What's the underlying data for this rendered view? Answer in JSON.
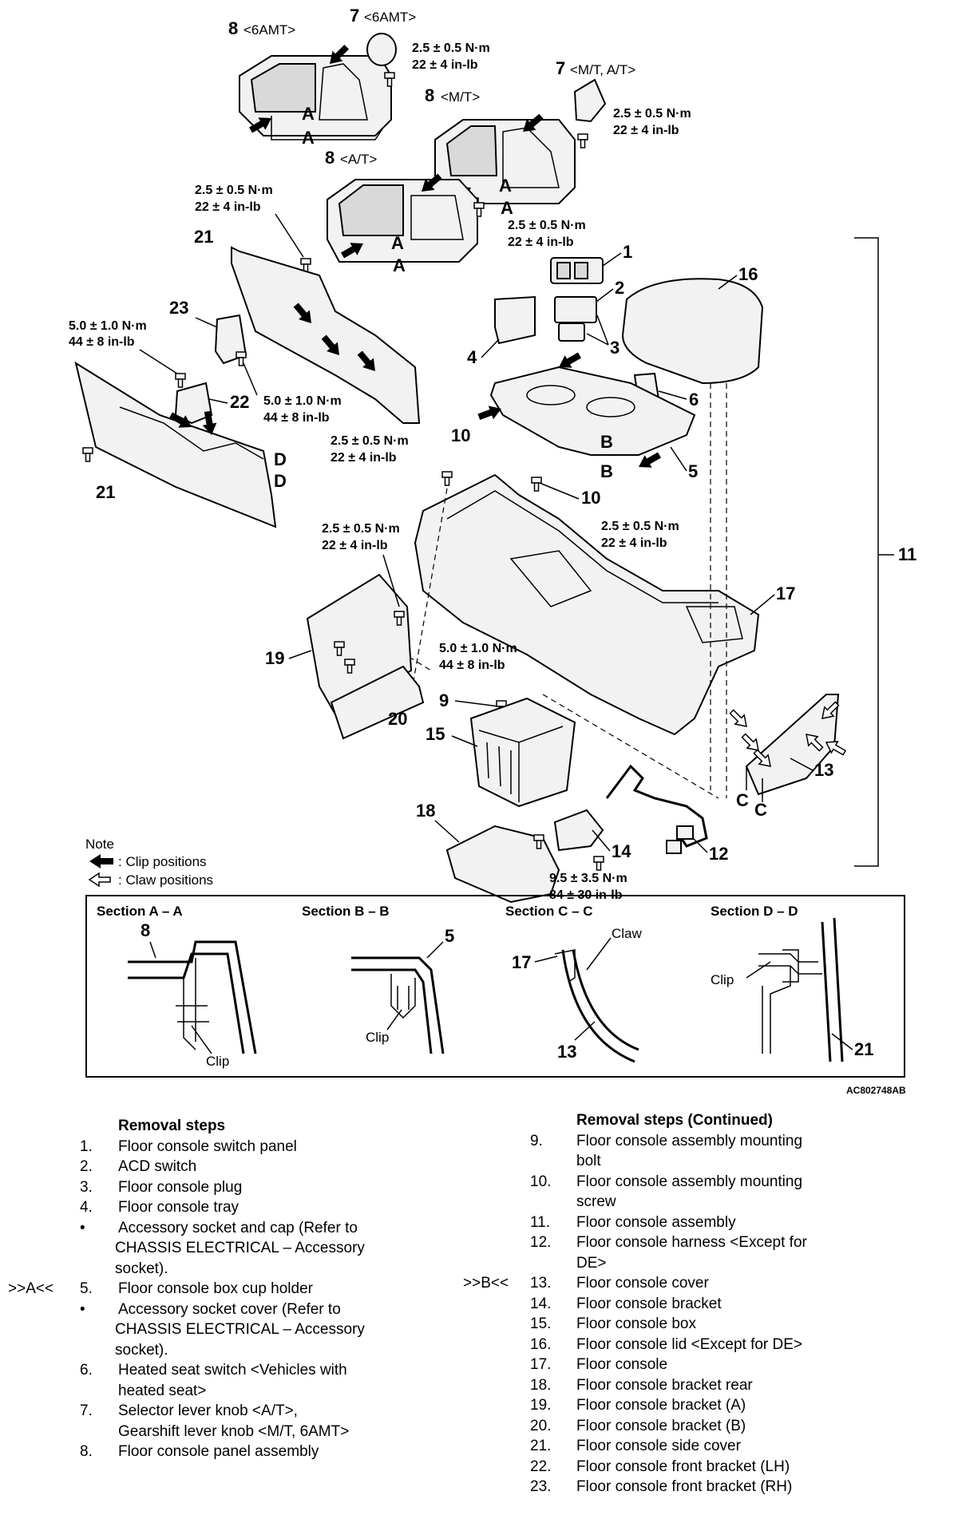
{
  "callouts": {
    "p8_6amt": "8",
    "p8_6amt_tag": "<6AMT>",
    "p7_6amt": "7",
    "p7_6amt_tag": "<6AMT>",
    "p7_mt": "7",
    "p7_mt_tag": "<M/T, A/T>",
    "p8_mt": "8",
    "p8_mt_tag": "<M/T>",
    "p8_at": "8",
    "p8_at_tag": "<A/T>",
    "p1": "1",
    "p2": "2",
    "p3": "3",
    "p4": "4",
    "p5": "5",
    "p6": "6",
    "p9": "9",
    "p10a": "10",
    "p10b": "10",
    "p11": "11",
    "p12": "12",
    "p13": "13",
    "p14": "14",
    "p15": "15",
    "p16": "16",
    "p17": "17",
    "p18": "18",
    "p19": "19",
    "p20": "20",
    "p21a": "21",
    "p21b": "21",
    "p22": "22",
    "p23": "23",
    "letter_a": "A",
    "letter_b": "B",
    "letter_c": "C",
    "letter_d": "D"
  },
  "torques": {
    "t1a": "2.5 ± 0.5 N·m",
    "t1b": "22 ± 4 in-lb",
    "t2a": "2.5 ± 0.5 N·m",
    "t2b": "22 ± 4 in-lb",
    "t3a": "2.5 ± 0.5 N·m",
    "t3b": "22 ± 4 in-lb",
    "t4a": "2.5 ± 0.5 N·m",
    "t4b": "22 ± 4 in-lb",
    "t5a": "5.0 ± 1.0 N·m",
    "t5b": "44 ± 8 in-lb",
    "t6a": "5.0 ± 1.0 N·m",
    "t6b": "44 ± 8 in-lb",
    "t7a": "2.5 ± 0.5 N·m",
    "t7b": "22 ± 4 in-lb",
    "t8a": "2.5 ± 0.5 N·m",
    "t8b": "22 ± 4 in-lb",
    "t9a": "2.5 ± 0.5 N·m",
    "t9b": "22 ± 4 in-lb",
    "t10a": "5.0 ± 1.0 N·m",
    "t10b": "44 ± 8 in-lb",
    "t11a": "9.5 ± 3.5 N·m",
    "t11b": "84 ± 30 in-lb"
  },
  "note": {
    "title": "Note",
    "clip": ": Clip positions",
    "claw": ": Claw positions"
  },
  "sections": {
    "aa": {
      "title": "Section A – A",
      "part": "8",
      "label": "Clip"
    },
    "bb": {
      "title": "Section B – B",
      "part": "5",
      "label": "Clip"
    },
    "cc": {
      "title": "Section C – C",
      "part1": "17",
      "part2": "13",
      "label": "Claw"
    },
    "dd": {
      "title": "Section D – D",
      "part": "21",
      "label": "Clip"
    }
  },
  "figure_id": "AC802748AB",
  "removal_steps": {
    "title": "Removal steps",
    "items": [
      {
        "mark": "",
        "num": "1.",
        "text": "Floor console switch panel"
      },
      {
        "mark": "",
        "num": "2.",
        "text": "ACD switch"
      },
      {
        "mark": "",
        "num": "3.",
        "text": "Floor console plug"
      },
      {
        "mark": "",
        "num": "4.",
        "text": "Floor console tray"
      },
      {
        "mark": "",
        "num": "•",
        "text": "Accessory socket and cap (Refer to",
        "cont": [
          "CHASSIS ELECTRICAL – Accessory",
          "socket)."
        ]
      },
      {
        "mark": ">>A<<",
        "num": "5.",
        "text": "Floor console box cup holder"
      },
      {
        "mark": "",
        "num": "•",
        "text": "Accessory socket cover (Refer to",
        "cont": [
          "CHASSIS ELECTRICAL – Accessory",
          "socket)."
        ]
      },
      {
        "mark": "",
        "num": "6.",
        "text": "Heated seat switch <Vehicles with",
        "cont": [
          "heated seat>"
        ]
      },
      {
        "mark": "",
        "num": "7.",
        "text": "Selector lever knob <A/T>,",
        "cont": [
          "Gearshift lever knob <M/T, 6AMT>"
        ]
      },
      {
        "mark": "",
        "num": "8.",
        "text": "Floor console panel assembly"
      }
    ]
  },
  "removal_steps_cont": {
    "title": "Removal steps (Continued)",
    "items": [
      {
        "mark": "",
        "num": "9.",
        "text": "Floor console assembly mounting",
        "cont": [
          "bolt"
        ]
      },
      {
        "mark": "",
        "num": "10.",
        "text": "Floor console assembly mounting",
        "cont": [
          "screw"
        ]
      },
      {
        "mark": "",
        "num": "11.",
        "text": "Floor console assembly"
      },
      {
        "mark": "",
        "num": "12.",
        "text": "Floor console harness <Except for",
        "cont": [
          "DE>"
        ]
      },
      {
        "mark": ">>B<<",
        "num": "13.",
        "text": "Floor console cover"
      },
      {
        "mark": "",
        "num": "14.",
        "text": "Floor console bracket"
      },
      {
        "mark": "",
        "num": "15.",
        "text": "Floor console box"
      },
      {
        "mark": "",
        "num": "16.",
        "text": "Floor console lid <Except for DE>"
      },
      {
        "mark": "",
        "num": "17.",
        "text": "Floor console"
      },
      {
        "mark": "",
        "num": "18.",
        "text": "Floor console bracket rear"
      },
      {
        "mark": "",
        "num": "19.",
        "text": "Floor console bracket (A)"
      },
      {
        "mark": "",
        "num": "20.",
        "text": "Floor console bracket (B)"
      },
      {
        "mark": "",
        "num": "21.",
        "text": "Floor console side cover"
      },
      {
        "mark": "",
        "num": "22.",
        "text": "Floor console front bracket (LH)"
      },
      {
        "mark": "",
        "num": "23.",
        "text": "Floor console front bracket (RH)"
      }
    ]
  },
  "icons": {
    "clip": "solid-arrow-icon",
    "claw": "hollow-arrow-icon",
    "bolt": "bolt-icon"
  }
}
